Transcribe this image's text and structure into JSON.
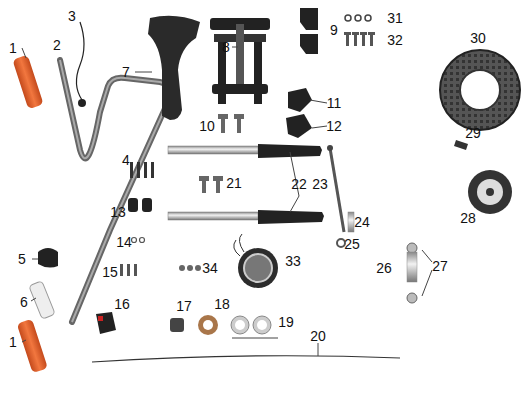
{
  "diagram": {
    "labels": [
      "1",
      "2",
      "3",
      "7",
      "8",
      "9",
      "31",
      "32",
      "30",
      "10",
      "11",
      "12",
      "4",
      "29",
      "21",
      "22",
      "23",
      "28",
      "13",
      "24",
      "14",
      "25",
      "5",
      "15",
      "34",
      "33",
      "26",
      "27",
      "6",
      "16",
      "17",
      "18",
      "19",
      "20",
      "1"
    ]
  }
}
